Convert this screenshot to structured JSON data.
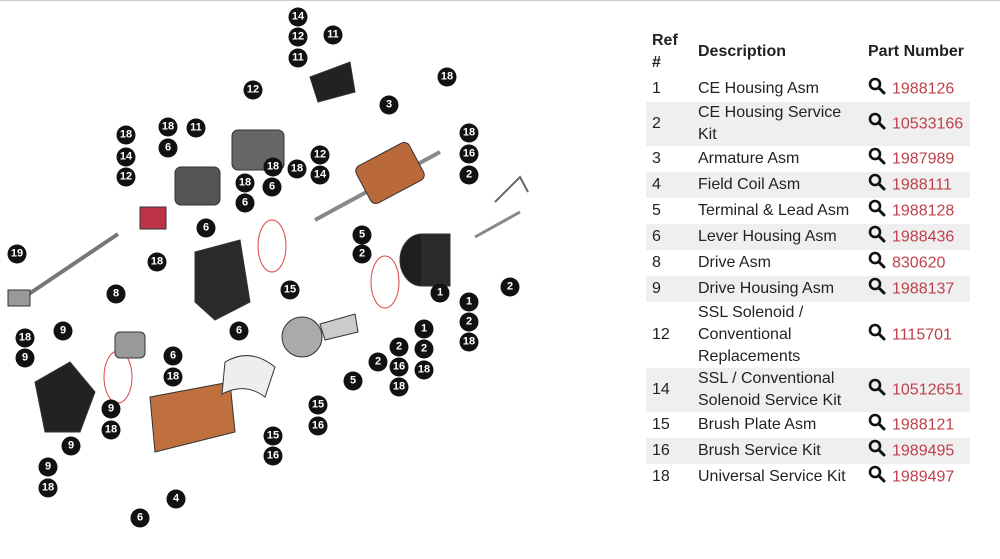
{
  "table": {
    "headers": {
      "ref": "Ref #",
      "description": "Description",
      "part_number": "Part Number"
    },
    "rows": [
      {
        "ref": "1",
        "description": "CE Housing Asm",
        "part_number": "1988126"
      },
      {
        "ref": "2",
        "description": "CE Housing Service Kit",
        "part_number": "10533166"
      },
      {
        "ref": "3",
        "description": "Armature Asm",
        "part_number": "1987989"
      },
      {
        "ref": "4",
        "description": "Field Coil Asm",
        "part_number": "1988111"
      },
      {
        "ref": "5",
        "description": "Terminal & Lead Asm",
        "part_number": "1988128"
      },
      {
        "ref": "6",
        "description": "Lever Housing Asm",
        "part_number": "1988436"
      },
      {
        "ref": "8",
        "description": "Drive Asm",
        "part_number": "830620"
      },
      {
        "ref": "9",
        "description": "Drive Housing Asm",
        "part_number": "1988137"
      },
      {
        "ref": "12",
        "description": "SSL Solenoid / Conventional Replacements",
        "part_number": "1115701"
      },
      {
        "ref": "14",
        "description": "SSL / Conventional Solenoid Service Kit",
        "part_number": "10512651"
      },
      {
        "ref": "15",
        "description": "Brush Plate Asm",
        "part_number": "1988121"
      },
      {
        "ref": "16",
        "description": "Brush Service Kit",
        "part_number": "1989495"
      },
      {
        "ref": "18",
        "description": "Universal Service Kit",
        "part_number": "1989497"
      }
    ]
  },
  "diagram": {
    "callouts": [
      "14",
      "12",
      "11",
      "11",
      "12",
      "18",
      "3",
      "18",
      "11",
      "18",
      "14",
      "12",
      "6",
      "18",
      "16",
      "12",
      "14",
      "18",
      "6",
      "18",
      "2",
      "18",
      "6",
      "6",
      "5",
      "2",
      "19",
      "18",
      "15",
      "8",
      "2",
      "1",
      "2",
      "18",
      "1",
      "1",
      "2",
      "18",
      "18",
      "9",
      "9",
      "6",
      "6",
      "18",
      "2",
      "16",
      "18",
      "2",
      "5",
      "9",
      "18",
      "9",
      "15",
      "16",
      "15",
      "16",
      "9",
      "18",
      "4",
      "6"
    ]
  },
  "colors": {
    "part_link": "#c0404a",
    "row_stripe": "#efefef",
    "copper": "#c0703f",
    "part_dark": "#2a2a2a"
  }
}
